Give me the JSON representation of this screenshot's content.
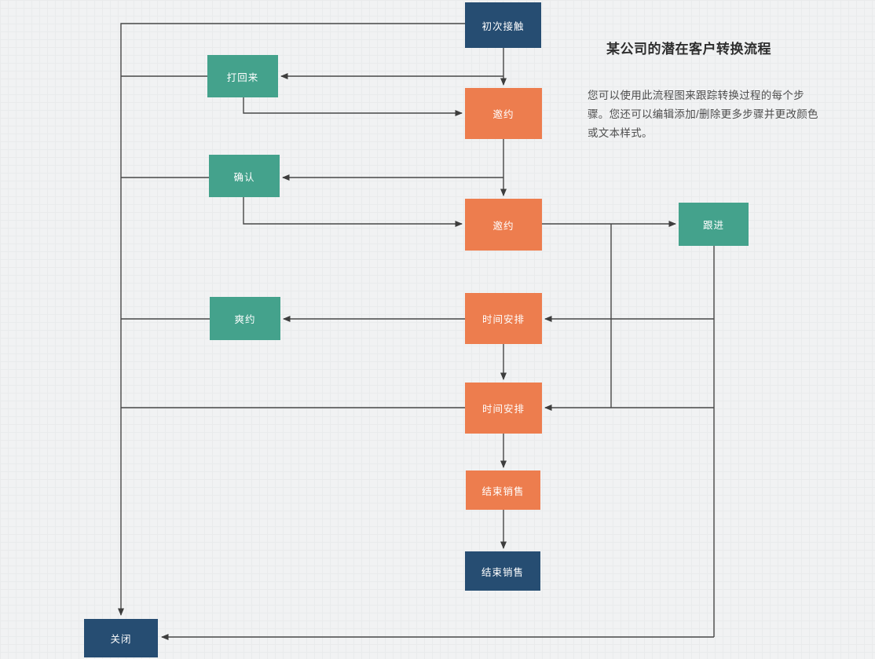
{
  "header": {
    "title": "某公司的潜在客户转换流程",
    "description": "您可以使用此流程图来跟踪转换过程的每个步骤。您还可以编辑添加/删除更多步骤并更改颜色或文本样式。"
  },
  "colors": {
    "node_dark_blue": "#264d72",
    "node_orange": "#ed7d4e",
    "node_green": "#44a28c",
    "connector_line": "#474747",
    "background": "#f1f2f3"
  },
  "nodes": [
    {
      "id": "first-contact",
      "label": "初次接触",
      "type": "dark"
    },
    {
      "id": "call-back",
      "label": "打回来",
      "type": "green"
    },
    {
      "id": "invite-1",
      "label": "邀约",
      "type": "orange"
    },
    {
      "id": "confirm",
      "label": "确认",
      "type": "green"
    },
    {
      "id": "invite-2",
      "label": "邀约",
      "type": "orange"
    },
    {
      "id": "follow-up",
      "label": "跟进",
      "type": "green"
    },
    {
      "id": "no-show",
      "label": "爽约",
      "type": "green"
    },
    {
      "id": "schedule-1",
      "label": "时间安排",
      "type": "orange"
    },
    {
      "id": "schedule-2",
      "label": "时间安排",
      "type": "orange"
    },
    {
      "id": "close-sale-1",
      "label": "结束销售",
      "type": "orange"
    },
    {
      "id": "close-sale-2",
      "label": "结束销售",
      "type": "dark"
    },
    {
      "id": "close",
      "label": "关闭",
      "type": "dark"
    }
  ],
  "edges": [
    {
      "from": "first-contact",
      "to": "invite-1"
    },
    {
      "from": "first-contact",
      "to": "call-back"
    },
    {
      "from": "call-back",
      "to": "invite-1"
    },
    {
      "from": "invite-1",
      "to": "invite-2"
    },
    {
      "from": "invite-1",
      "to": "confirm"
    },
    {
      "from": "confirm",
      "to": "invite-2"
    },
    {
      "from": "invite-2",
      "to": "follow-up"
    },
    {
      "from": "invite-2",
      "to": "schedule-2"
    },
    {
      "from": "follow-up",
      "to": "schedule-1"
    },
    {
      "from": "follow-up",
      "to": "close"
    },
    {
      "from": "schedule-1",
      "to": "no-show"
    },
    {
      "from": "schedule-1",
      "to": "schedule-2"
    },
    {
      "from": "schedule-2",
      "to": "close-sale-1"
    },
    {
      "from": "close-sale-1",
      "to": "close-sale-2"
    },
    {
      "from": "first-contact",
      "to": "close"
    },
    {
      "from": "call-back",
      "to": "close"
    },
    {
      "from": "confirm",
      "to": "close"
    },
    {
      "from": "no-show",
      "to": "close"
    },
    {
      "from": "schedule-2",
      "to": "close"
    }
  ]
}
